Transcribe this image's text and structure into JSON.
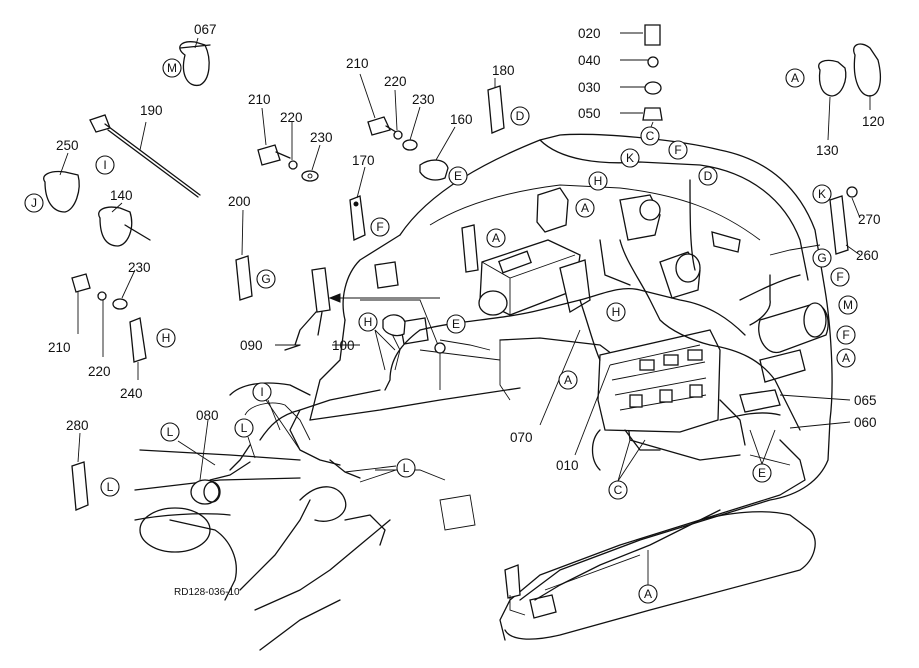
{
  "diagram_code": "RD128-036-10",
  "part_numbers": {
    "p010": "010",
    "p020": "020",
    "p030": "030",
    "p040": "040",
    "p050": "050",
    "p060": "060",
    "p065": "065",
    "p067": "067",
    "p070": "070",
    "p080": "080",
    "p090": "090",
    "p100": "100",
    "p120": "120",
    "p130": "130",
    "p140": "140",
    "p160": "160",
    "p170": "170",
    "p180": "180",
    "p190": "190",
    "p200": "200",
    "p210": "210",
    "p220": "220",
    "p230": "230",
    "p240": "240",
    "p250": "250",
    "p260": "260",
    "p270": "270",
    "p280": "280"
  },
  "callout_letters": {
    "A": "A",
    "C": "C",
    "D": "D",
    "E": "E",
    "F": "F",
    "G": "G",
    "H": "H",
    "I": "I",
    "J": "J",
    "K": "K",
    "L": "L",
    "M": "M"
  }
}
